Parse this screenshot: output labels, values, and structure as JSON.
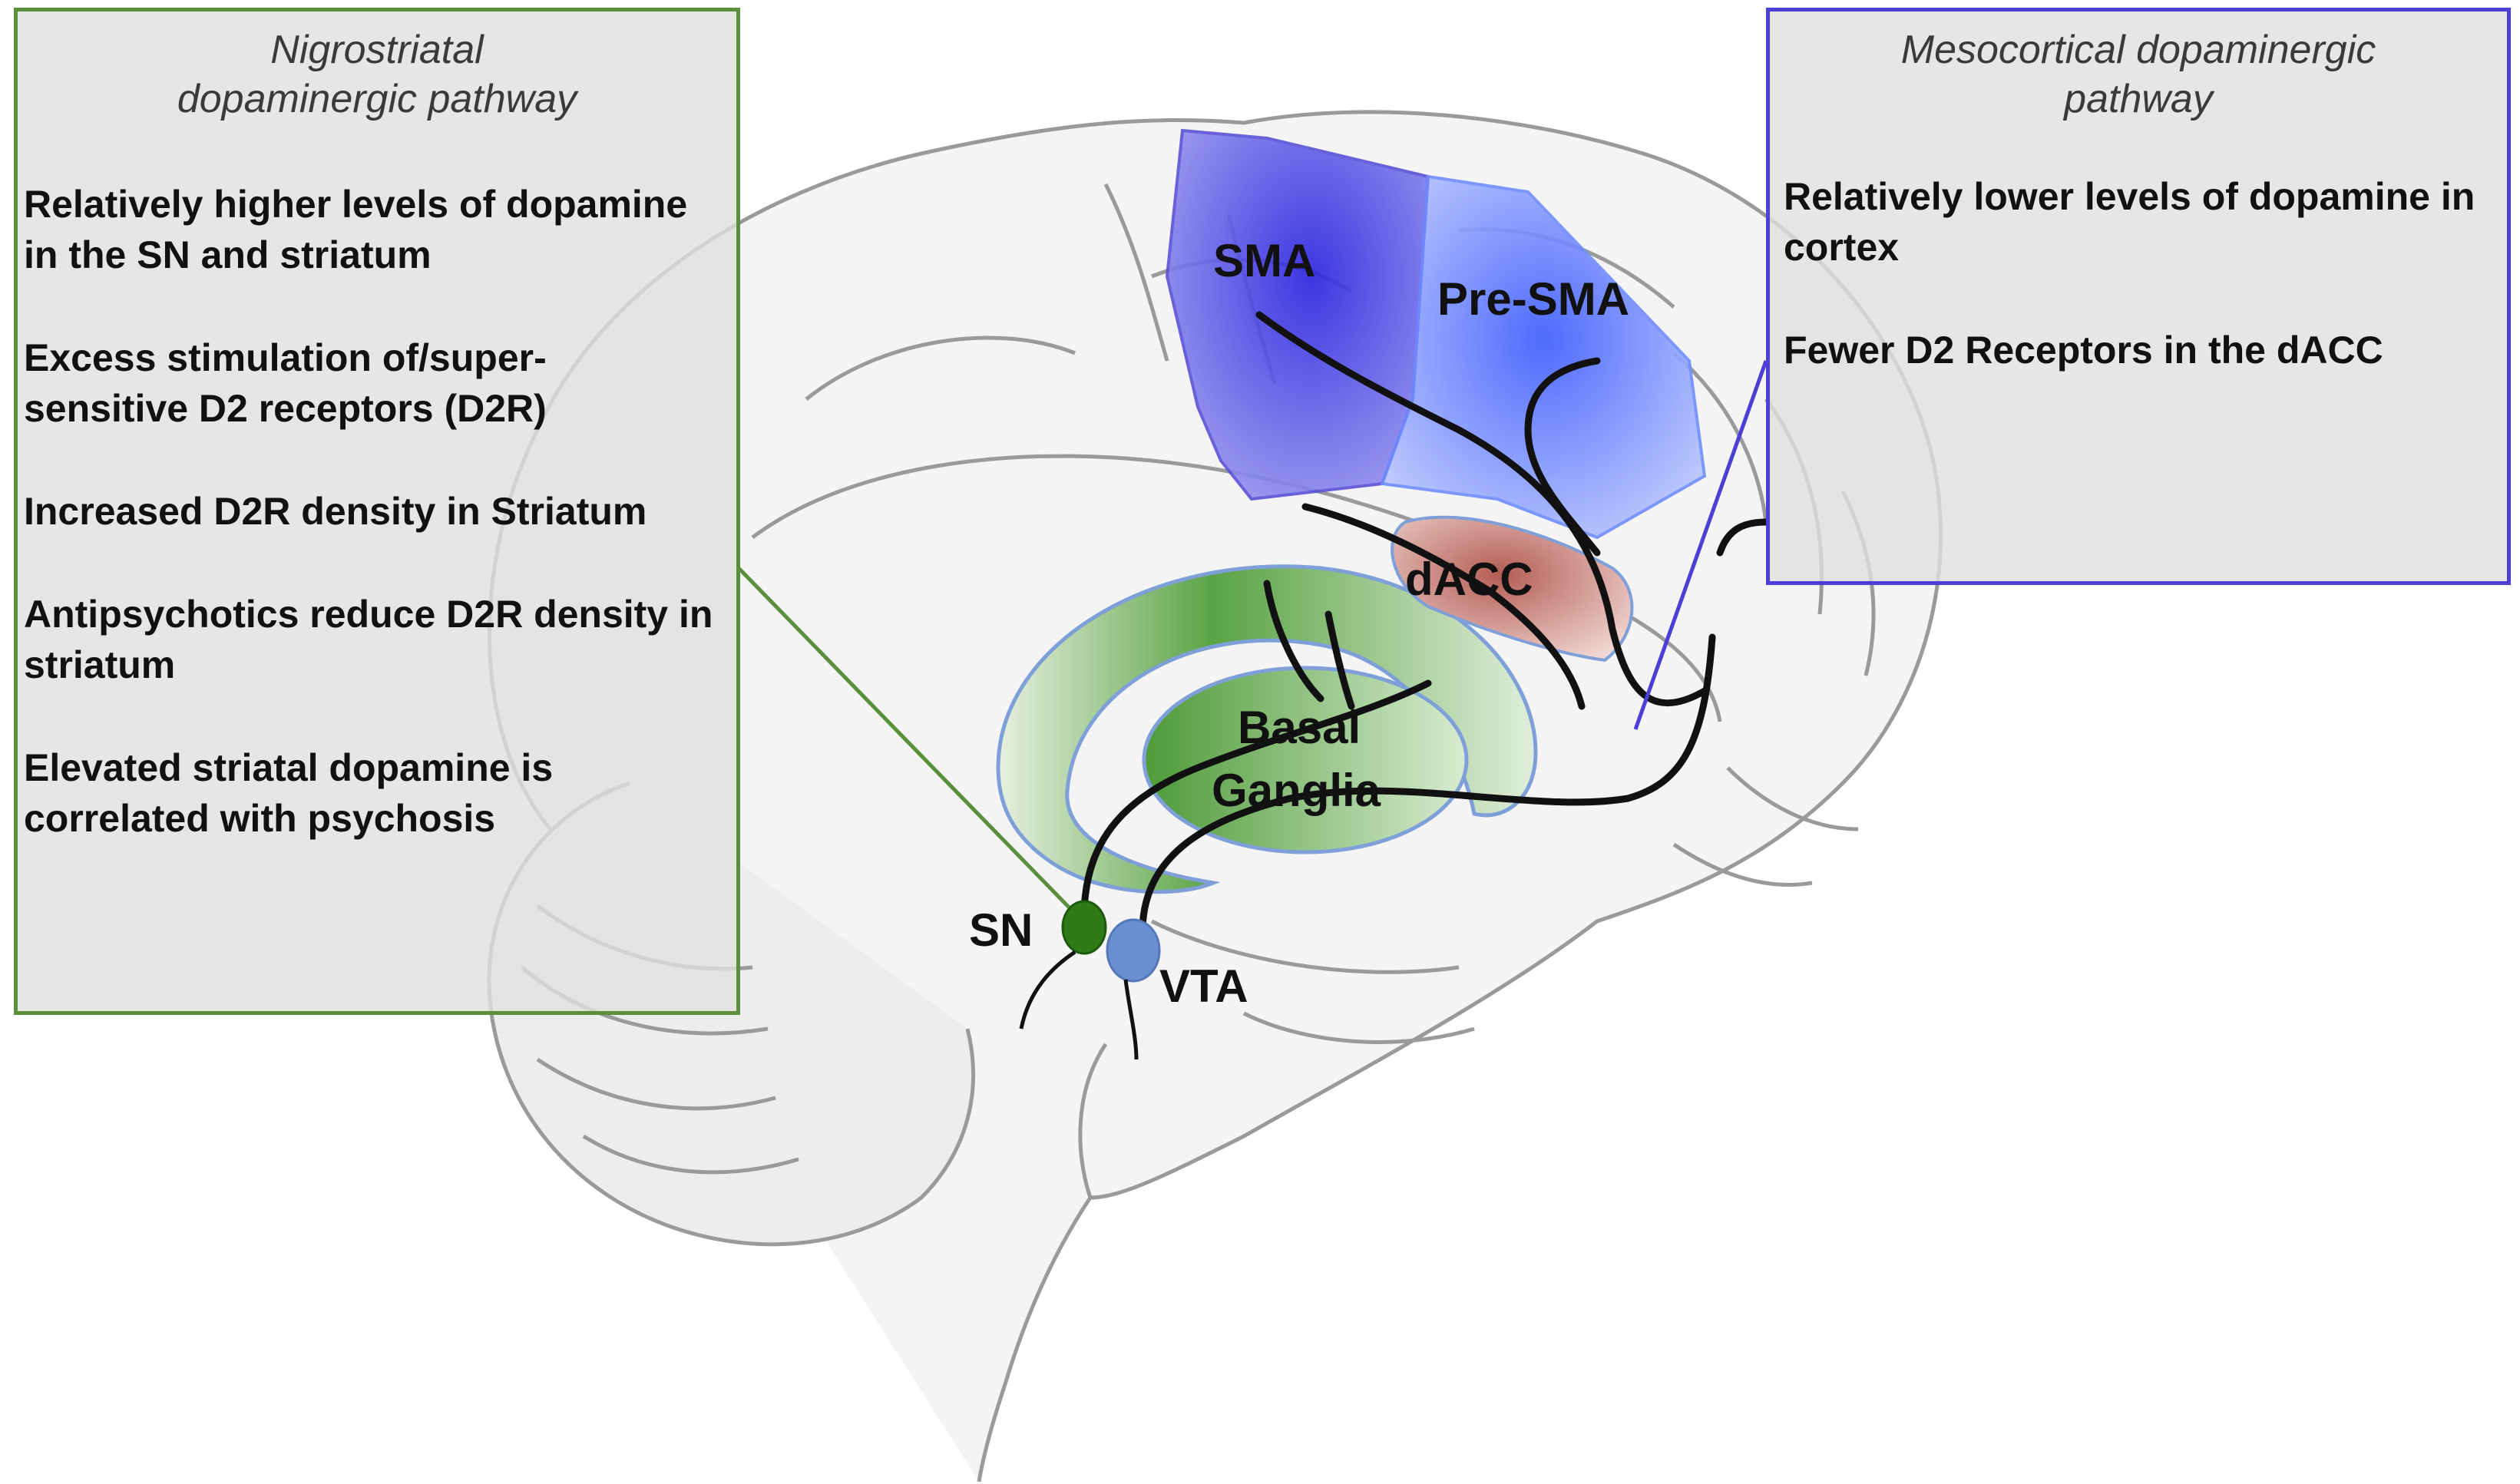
{
  "left_panel": {
    "title": "Nigrostriatal dopaminergic pathway",
    "points": [
      "Relatively higher levels of dopamine in the SN and striatum",
      "Excess stimulation of/super-sensitive D2 receptors (D2R)",
      "Increased D2R density in Striatum",
      "Antipsychotics reduce D2R density in striatum",
      "Elevated striatal dopamine is correlated with psychosis"
    ]
  },
  "right_panel": {
    "title": "Mesocortical dopaminergic pathway",
    "points": [
      "Relatively lower levels of dopamine in cortex",
      "Fewer D2 Receptors in the dACC"
    ]
  },
  "regions": {
    "sma": "SMA",
    "pre_sma": "Pre-SMA",
    "dacc": "dACC",
    "basal_ganglia_line1": "Basal",
    "basal_ganglia_line2": "Ganglia",
    "sn": "SN",
    "vta": "VTA"
  },
  "colors": {
    "nigrostriatal_green": "#5a8f3c",
    "mesocortical_blue": "#4b3fd6",
    "sma_blue": "#3a33d6",
    "pre_sma_blue": "#6f8cff",
    "dacc_red": "#c47a72",
    "basal_ganglia_green": "#5fa84a",
    "sn_green": "#2e7a16",
    "vta_blue": "#6a8fd0"
  }
}
